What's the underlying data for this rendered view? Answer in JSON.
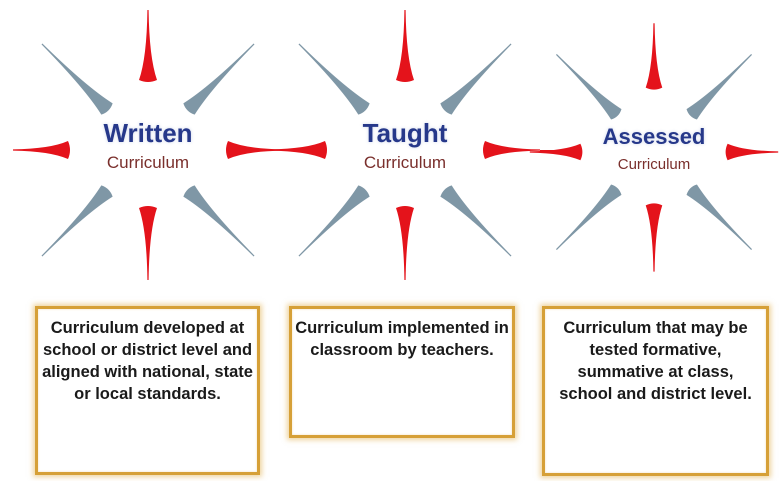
{
  "bursts": [
    {
      "title": "Written",
      "subtitle": "Curriculum"
    },
    {
      "title": "Taught",
      "subtitle": "Curriculum"
    },
    {
      "title": "Assessed",
      "subtitle": "Curriculum"
    }
  ],
  "descriptions": [
    "Curriculum developed at school or district level and aligned with national, state or local standards.",
    "Curriculum implemented in classroom by teachers.",
    "Curriculum that may be tested formative, summative at class, school and district level."
  ],
  "colors": {
    "red_ray": "#e4131b",
    "grey_ray": "#7f97a6",
    "title": "#26388a",
    "subtitle": "#7a2f2c",
    "box_border": "#d6a037"
  }
}
